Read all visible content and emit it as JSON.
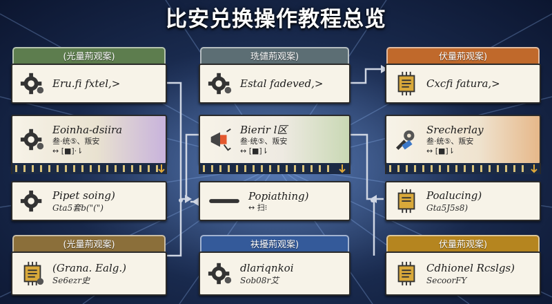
{
  "title": "比安兑换操作教程总览",
  "colors": {
    "green": "#5d7d4e",
    "slate": "#5c6e74",
    "orange": "#c0692b",
    "brown": "#8b6f3a",
    "blue": "#345a9a",
    "gold": "#b5851f"
  },
  "headers": {
    "left_top": "(光量荊观案)",
    "center_top": "珗儙荊观案)",
    "right_top": "伏量荊观案)",
    "left_bottom": "(光量荊观案)",
    "center_bottom": "衭擾荊观案)",
    "right_bottom": "伏量荊观案)"
  },
  "cards": {
    "l1": {
      "icon": "gear-icon",
      "line1": "Eru.fi fxtel,>"
    },
    "l2": {
      "icon": "gear-icon",
      "line1": "Eoinha-dsiira",
      "line2": "叁·统⑤、叛安",
      "line3": "↔ [■]·⇂"
    },
    "l3": {
      "icon": "gear-icon",
      "line1": "Pipet soing)",
      "line2": "Gta5套b(\"(\")"
    },
    "l4": {
      "icon": "chip-icon",
      "line1": "(Grana. Ealg.)",
      "line2": "Se6ezr史"
    },
    "c1": {
      "icon": "gear-icon",
      "line1": "Estal fadeved,>"
    },
    "c2": {
      "icon": "megaphone-icon",
      "line1": "Bierir l区",
      "line2": "叁·统⑤、叛安",
      "line3": "↔ [■]⇂"
    },
    "c3": {
      "icon": "bar-icon",
      "line1": "Popiathing)",
      "line2": "↔ 扫⁝"
    },
    "c4": {
      "icon": "gear-icon",
      "line1": "dlariqnkoi",
      "line2": "Sob08r艾"
    },
    "r1": {
      "icon": "chip-icon",
      "line1": "Cxcfi fatura,>"
    },
    "r2": {
      "icon": "tools-icon",
      "line1": "Srecherlay",
      "line2": "叁·统⑤、叛安",
      "line3": "↔ [■]⇂"
    },
    "r3": {
      "icon": "chip-icon",
      "line1": "Poalucing)",
      "line2": "Gta5J5s8)"
    },
    "r4": {
      "icon": "chip-icon",
      "line1": "Cdhionel Rcslgs)",
      "line2": "SecoorFY"
    }
  }
}
